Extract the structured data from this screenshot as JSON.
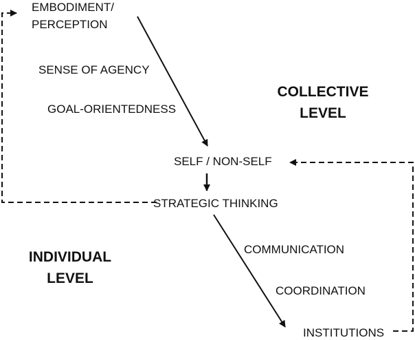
{
  "nodes": {
    "embodiment_line1": "EMBODIMENT/",
    "embodiment_line2": "PERCEPTION",
    "sense_of_agency": "SENSE OF AGENCY",
    "goal_orientedness": "GOAL-ORIENTEDNESS",
    "self_non_self": "SELF / NON-SELF",
    "strategic_thinking": "STRATEGIC THINKING",
    "communication": "COMMUNICATION",
    "coordination": "COORDINATION",
    "institutions": "INSTITUTIONS"
  },
  "levels": {
    "collective_line1": "COLLECTIVE",
    "collective_line2": "LEVEL",
    "individual_line1": "INDIVIDUAL",
    "individual_line2": "LEVEL"
  },
  "colors": {
    "ink": "#111111",
    "background": "#ffffff"
  }
}
